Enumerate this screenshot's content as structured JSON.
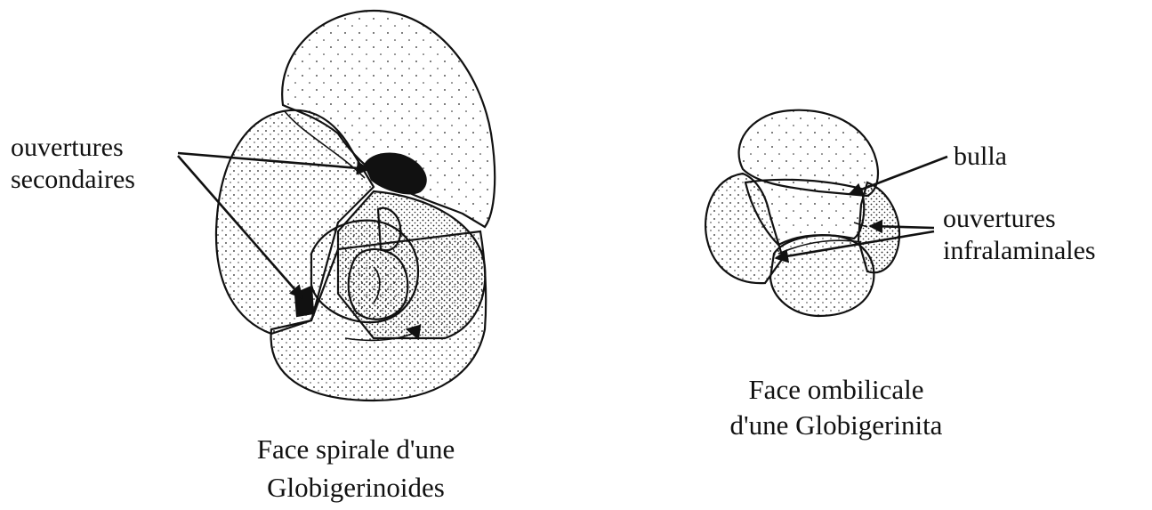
{
  "left_figure": {
    "label_line1": "ouvertures",
    "label_line2": "secondaires",
    "caption_line1": "Face spirale d'une",
    "caption_line2": "Globigerinoides"
  },
  "right_figure": {
    "label_bulla": "bulla",
    "label_line1": "ouvertures",
    "label_line2": "infralaminales",
    "caption_line1": "Face ombilicale",
    "caption_line2": "d'une Globigerinita"
  },
  "colors": {
    "ink": "#111111",
    "background": "#ffffff"
  }
}
